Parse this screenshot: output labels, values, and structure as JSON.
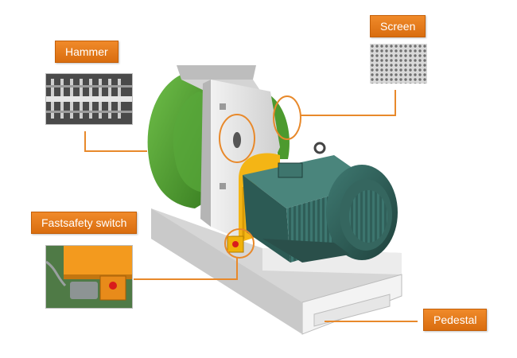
{
  "callouts": {
    "hammer": {
      "label": "Hammer"
    },
    "screen": {
      "label": "Screen"
    },
    "switch": {
      "label": "Fastsafety switch"
    },
    "pedestal": {
      "label": "Pedestal"
    }
  },
  "colors": {
    "label_orange": "#e67e22",
    "leader_line": "#e8892b",
    "body_green": "#4d9a2f",
    "motor_teal": "#2e5b55",
    "duct_yellow": "#f4b515",
    "frame_grey": "#e3e3e3"
  },
  "icons": {
    "hammer_photo": "hammer-detail-photo",
    "screen_photo": "perforated-screen-photo",
    "switch_photo": "safety-switch-photo",
    "machine": "hammer-mill-machine"
  }
}
